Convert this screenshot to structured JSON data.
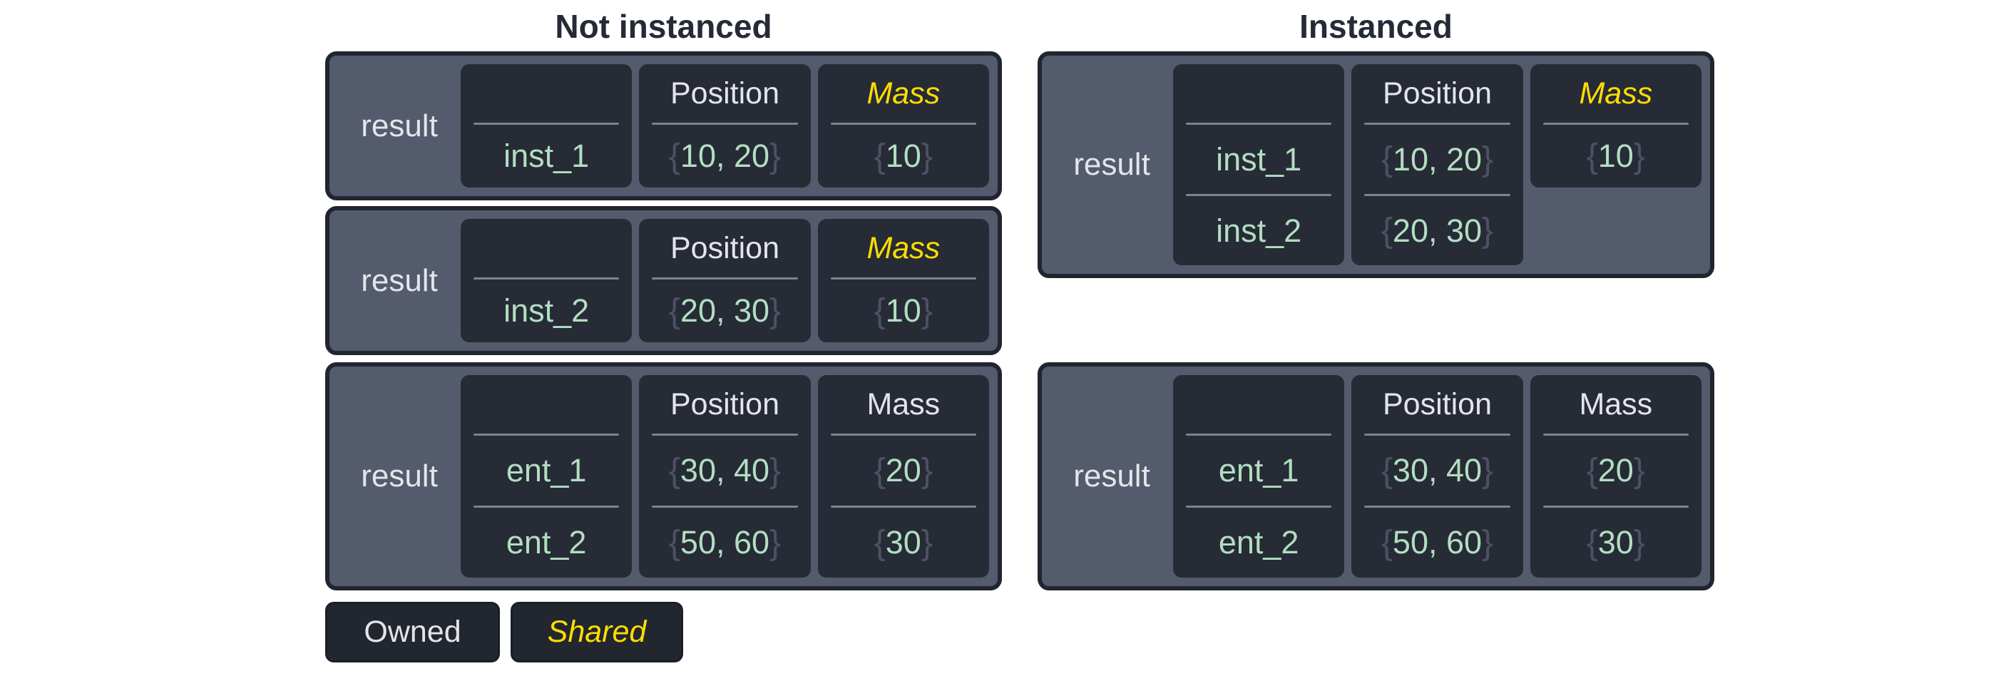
{
  "titles": {
    "not_instanced": "Not instanced",
    "instanced": "Instanced"
  },
  "symbols": {
    "brace_open": "{",
    "brace_close": "}"
  },
  "colors": {
    "page_bg": "#ffffff",
    "box_fill": "#545b6d",
    "box_border": "#20252f",
    "cell_fill": "#262b36",
    "header_text": "#e2e5ea",
    "shared_text": "#ffdd00",
    "value_text": "#b2dec0",
    "brace_text": "#4b5263",
    "divider": "#7e848f",
    "title_text": "#252a37"
  },
  "not_instanced": {
    "boxes": [
      {
        "result_label": "result",
        "entities": {
          "values": [
            "inst_1"
          ]
        },
        "position": {
          "header": "Position",
          "values": [
            "10, 20"
          ]
        },
        "mass": {
          "header": "Mass",
          "shared": true,
          "values": [
            "10"
          ]
        }
      },
      {
        "result_label": "result",
        "entities": {
          "values": [
            "inst_2"
          ]
        },
        "position": {
          "header": "Position",
          "values": [
            "20, 30"
          ]
        },
        "mass": {
          "header": "Mass",
          "shared": true,
          "values": [
            "10"
          ]
        }
      },
      {
        "result_label": "result",
        "entities": {
          "values": [
            "ent_1",
            "ent_2"
          ]
        },
        "position": {
          "header": "Position",
          "values": [
            "30, 40",
            "50, 60"
          ]
        },
        "mass": {
          "header": "Mass",
          "shared": false,
          "values": [
            "20",
            "30"
          ]
        }
      }
    ]
  },
  "instanced": {
    "boxes": [
      {
        "result_label": "result",
        "entities": {
          "values": [
            "inst_1",
            "inst_2"
          ]
        },
        "position": {
          "header": "Position",
          "values": [
            "10, 20",
            "20, 30"
          ]
        },
        "mass": {
          "header": "Mass",
          "shared": true,
          "values": [
            "10"
          ]
        }
      },
      {
        "result_label": "result",
        "entities": {
          "values": [
            "ent_1",
            "ent_2"
          ]
        },
        "position": {
          "header": "Position",
          "values": [
            "30, 40",
            "50, 60"
          ]
        },
        "mass": {
          "header": "Mass",
          "shared": false,
          "values": [
            "20",
            "30"
          ]
        }
      }
    ]
  },
  "legend": {
    "owned": "Owned",
    "shared": "Shared"
  }
}
